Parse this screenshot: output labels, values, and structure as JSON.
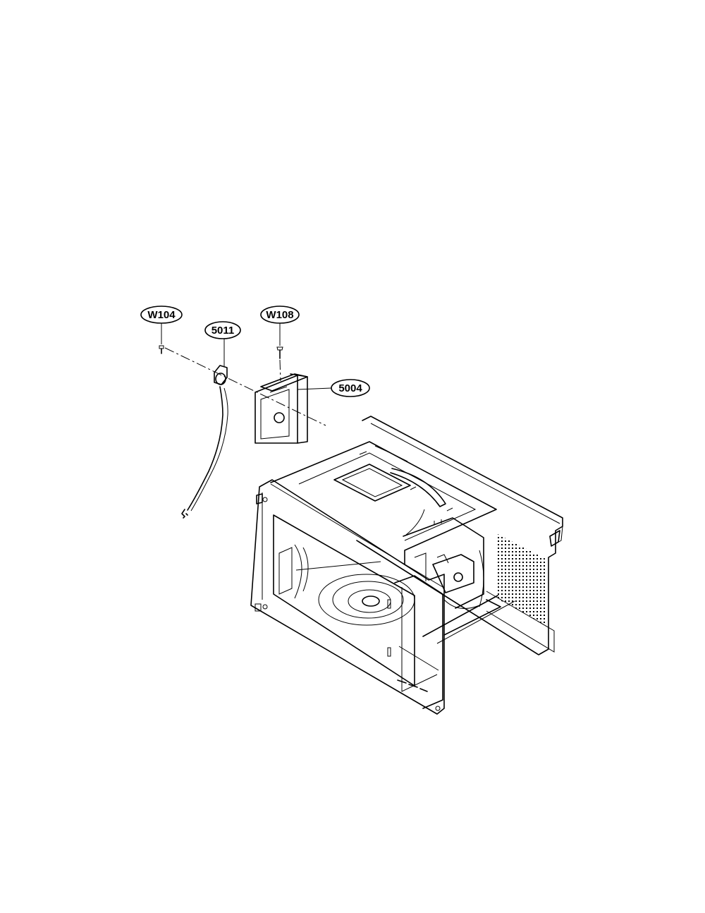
{
  "callouts": {
    "w104": "W104",
    "p5011": "5011",
    "w108": "W108",
    "p5004": "5004"
  }
}
